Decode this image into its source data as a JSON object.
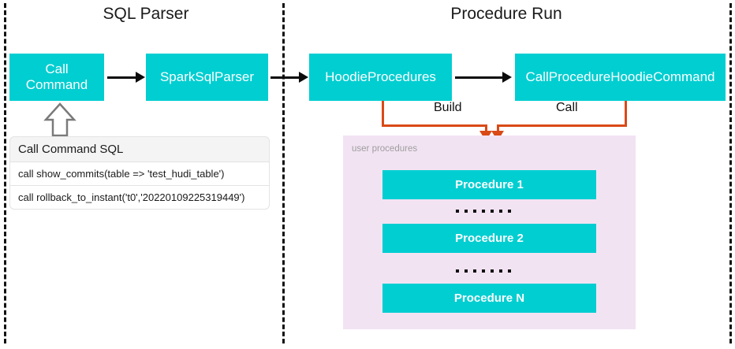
{
  "diagram": {
    "sections": [
      {
        "title": "SQL Parser"
      },
      {
        "title": "Procedure Run"
      }
    ],
    "nodes": {
      "call_command": "Call\nCommand",
      "call_command_line1": "Call",
      "call_command_line2": "Command",
      "spark_sql_parser": "SparkSqlParser",
      "hoodie_procedures": "HoodieProcedures",
      "call_procedure_hoodie_command": "CallProcedureHoodieCommand"
    },
    "edge_labels": {
      "build": "Build",
      "call": "Call"
    },
    "sql_card": {
      "header": "Call Command SQL",
      "rows": [
        "call show_commits(table => 'test_hudi_table')",
        "call rollback_to_instant('t0','20220109225319449')"
      ]
    },
    "user_procedures": {
      "label": "user procedures",
      "items": [
        "Procedure 1",
        "Procedure 2",
        "Procedure N"
      ],
      "ellipsis_dot_count": 7
    },
    "colors": {
      "node_fill": "#00CED1",
      "node_text": "#FFFFFF",
      "connector_orange": "#D94A16",
      "panel_fill": "#F2E3F3",
      "panel_label": "#9E9E9E",
      "divider": "#111111",
      "arrow_black": "#0B0B0B"
    }
  }
}
